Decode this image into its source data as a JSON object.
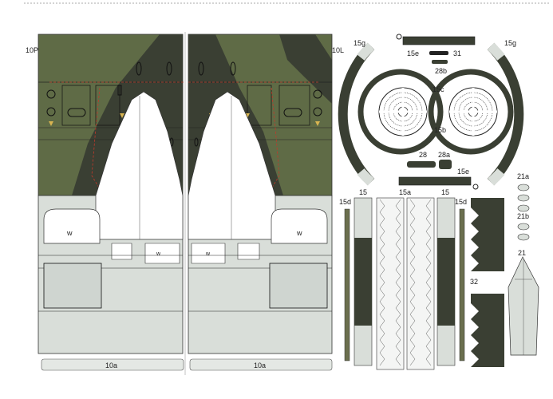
{
  "labels": {
    "part_10p": "10P",
    "part_10l": "10L",
    "part_10a_left": "10a",
    "part_10a_right": "10a",
    "part_15g_left": "15g",
    "part_15g_right": "15g",
    "part_15e_top": "15e",
    "part_31": "31",
    "part_28b": "28b",
    "part_15c": "15c",
    "part_15b": "15b",
    "part_28": "28",
    "part_28a": "28a",
    "part_15e_bottom": "15e",
    "part_21a": "21a",
    "part_21b": "21b",
    "part_21": "21",
    "part_15d_left": "15d",
    "part_15_a": "15",
    "part_15a": "15a",
    "part_15_b": "15",
    "part_15d_right": "15d",
    "part_32": "32",
    "w1": "w",
    "w2": "w",
    "w3": "w",
    "w4": "w"
  },
  "colors": {
    "olive": "#5f6b46",
    "dark_green": "#3a3f33",
    "light_grey": "#d9ded9",
    "panel_grey": "#cfd5d0",
    "outline": "#333333",
    "red_dash": "#c0392b"
  }
}
